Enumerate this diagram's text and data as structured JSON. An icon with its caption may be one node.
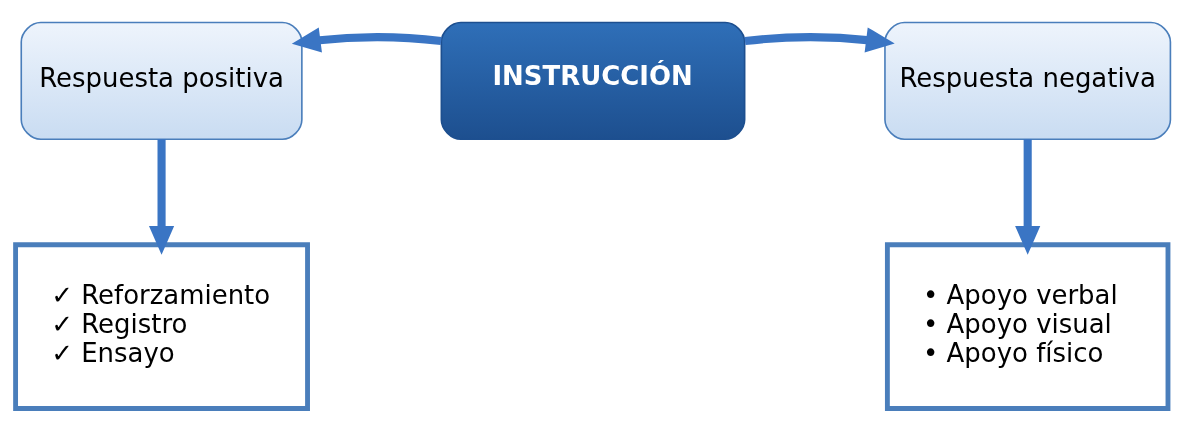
{
  "diagram": {
    "nodes": [
      {
        "text": [
          "INSTRUCCIÓN"
        ]
      },
      {
        "text": [
          "Respuesta positiva"
        ]
      },
      {
        "text": [
          "Respuesta negativa"
        ]
      },
      {
        "text": [
          "✓ Reforzamiento",
          "✓ Registro",
          "✓ Ensayo"
        ]
      },
      {
        "text": [
          "• Apoyo verbal",
          "• Apoyo visual",
          "• Apoyo físico"
        ]
      }
    ],
    "edges": [
      {
        "from": 0,
        "to": 1,
        "arrow": "to"
      },
      {
        "from": 0,
        "to": 2,
        "arrow": "to"
      },
      {
        "from": 1,
        "to": 3,
        "arrow": "to"
      },
      {
        "from": 2,
        "to": 4,
        "arrow": "to"
      }
    ]
  }
}
